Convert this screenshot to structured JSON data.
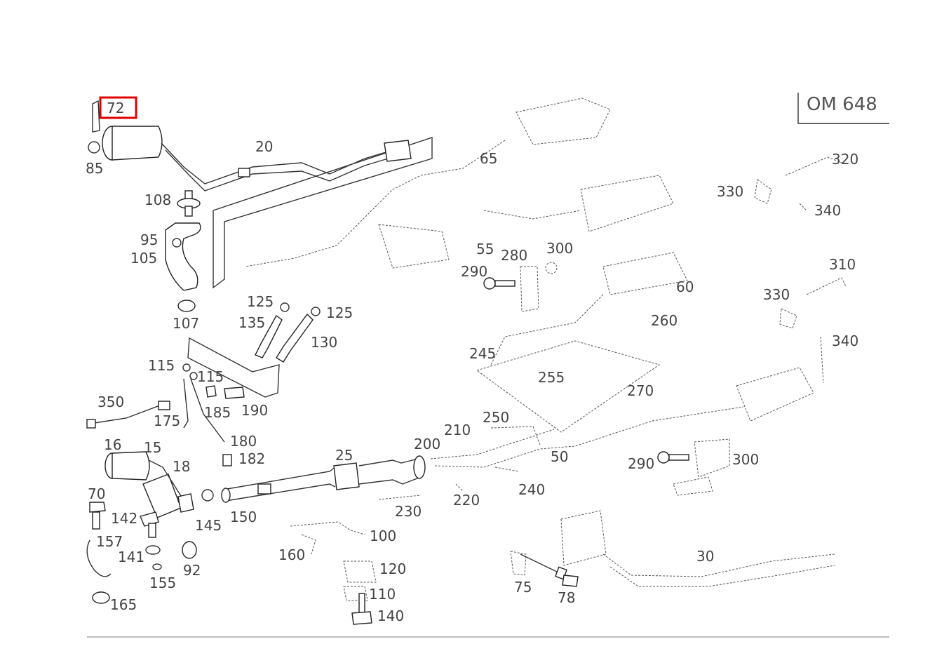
{
  "engine_label": "OM 648",
  "highlighted_callout": "72",
  "callouts": [
    {
      "id": "c72",
      "text": "72"
    },
    {
      "id": "c85",
      "text": "85"
    },
    {
      "id": "c20",
      "text": "20"
    },
    {
      "id": "c108",
      "text": "108"
    },
    {
      "id": "c95",
      "text": "95"
    },
    {
      "id": "c105",
      "text": "105"
    },
    {
      "id": "c107",
      "text": "107"
    },
    {
      "id": "c125a",
      "text": "125"
    },
    {
      "id": "c135",
      "text": "135"
    },
    {
      "id": "c125b",
      "text": "125"
    },
    {
      "id": "c130",
      "text": "130"
    },
    {
      "id": "c115a",
      "text": "115"
    },
    {
      "id": "c115b",
      "text": "115"
    },
    {
      "id": "c185",
      "text": "185"
    },
    {
      "id": "c190",
      "text": "190"
    },
    {
      "id": "c350",
      "text": "350"
    },
    {
      "id": "c175",
      "text": "175"
    },
    {
      "id": "c180",
      "text": "180"
    },
    {
      "id": "c182",
      "text": "182"
    },
    {
      "id": "c16",
      "text": "16"
    },
    {
      "id": "c15",
      "text": "15"
    },
    {
      "id": "c18",
      "text": "18"
    },
    {
      "id": "c70",
      "text": "70"
    },
    {
      "id": "c142",
      "text": "142"
    },
    {
      "id": "c145",
      "text": "145"
    },
    {
      "id": "c150",
      "text": "150"
    },
    {
      "id": "c157",
      "text": "157"
    },
    {
      "id": "c141",
      "text": "141"
    },
    {
      "id": "c92",
      "text": "92"
    },
    {
      "id": "c155",
      "text": "155"
    },
    {
      "id": "c165",
      "text": "165"
    },
    {
      "id": "c25",
      "text": "25"
    },
    {
      "id": "c200",
      "text": "200"
    },
    {
      "id": "c210",
      "text": "210"
    },
    {
      "id": "c250",
      "text": "250"
    },
    {
      "id": "c230",
      "text": "230"
    },
    {
      "id": "c220",
      "text": "220"
    },
    {
      "id": "c240",
      "text": "240"
    },
    {
      "id": "c50",
      "text": "50"
    },
    {
      "id": "c100",
      "text": "100"
    },
    {
      "id": "c160",
      "text": "160"
    },
    {
      "id": "c120",
      "text": "120"
    },
    {
      "id": "c110",
      "text": "110"
    },
    {
      "id": "c140",
      "text": "140"
    },
    {
      "id": "c65",
      "text": "65"
    },
    {
      "id": "c55",
      "text": "55"
    },
    {
      "id": "c280",
      "text": "280"
    },
    {
      "id": "c300a",
      "text": "300"
    },
    {
      "id": "c290a",
      "text": "290"
    },
    {
      "id": "c60",
      "text": "60"
    },
    {
      "id": "c260",
      "text": "260"
    },
    {
      "id": "c245",
      "text": "245"
    },
    {
      "id": "c255",
      "text": "255"
    },
    {
      "id": "c270",
      "text": "270"
    },
    {
      "id": "c290b",
      "text": "290"
    },
    {
      "id": "c300b",
      "text": "300"
    },
    {
      "id": "c330a",
      "text": "330"
    },
    {
      "id": "c320",
      "text": "320"
    },
    {
      "id": "c340a",
      "text": "340"
    },
    {
      "id": "c310",
      "text": "310"
    },
    {
      "id": "c330b",
      "text": "330"
    },
    {
      "id": "c340b",
      "text": "340"
    },
    {
      "id": "c30",
      "text": "30"
    },
    {
      "id": "c75",
      "text": "75"
    },
    {
      "id": "c78",
      "text": "78"
    }
  ]
}
